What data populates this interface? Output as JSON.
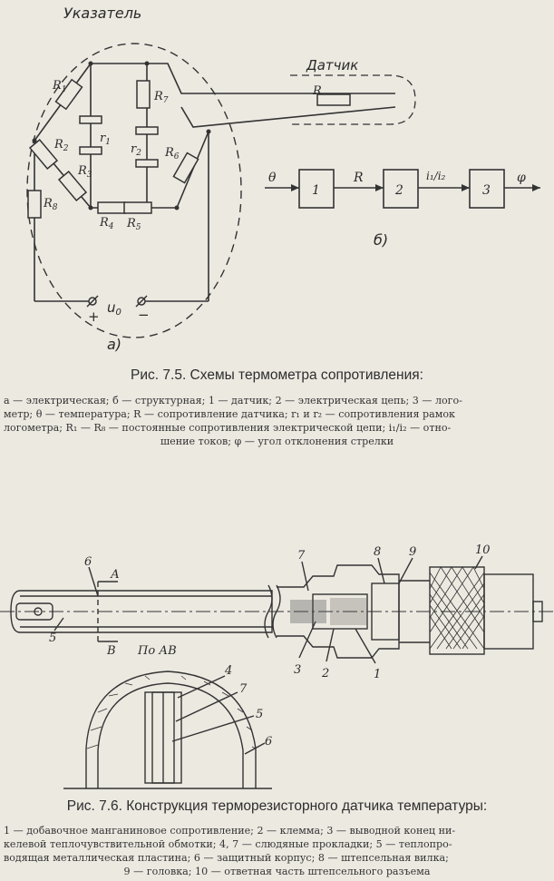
{
  "fig75": {
    "label_indicator": "Указатель",
    "label_sensor": "Датчик",
    "label_a": "а)",
    "label_b": "б)",
    "resistors": {
      "r1": "R",
      "r1s": "1",
      "r2": "R",
      "r2s": "2",
      "r3": "R",
      "r3s": "3",
      "r4": "R",
      "r4s": "4",
      "r5": "R",
      "r5s": "5",
      "r6": "R",
      "r6s": "6",
      "r7": "R",
      "r7s": "7",
      "r8": "R",
      "r8s": "8",
      "frame1": "r",
      "frame1s": "1",
      "frame2": "r",
      "frame2s": "2",
      "sensor": "R"
    },
    "supply": {
      "u": "u",
      "us": "0",
      "plus": "+",
      "minus": "−"
    },
    "block": {
      "input": "θ",
      "b1": "1",
      "link1": "R",
      "b2": "2",
      "link2": "i₁/i₂",
      "b3": "3",
      "output": "φ"
    },
    "title": "Рис. 7.5. Схемы термометра сопротивления:",
    "legend_lines": [
      "а — электрическая; б — структурная; 1 — датчик; 2 — электрическая цепь; 3 — лого-",
      "метр; θ — температура; R — сопротивление датчика; r₁ и r₂ — сопротивления рамок",
      "логометра; R₁ — R₈ — постоянные сопротивления электрической цепи; i₁/i₂ — отно-",
      "шение токов; φ — угол отклонения стрелки"
    ]
  },
  "fig76": {
    "callouts": {
      "c1": "1",
      "c2": "2",
      "c3": "3",
      "c4": "4",
      "c5": "5",
      "c6": "6",
      "c7": "7",
      "c8": "8",
      "c9": "9",
      "c10": "10",
      "s4": "4",
      "s5": "5",
      "s6": "6",
      "s7": "7"
    },
    "section_a": "А",
    "section_b": "В",
    "section_label": "По АВ",
    "title": "Рис. 7.6. Конструкция терморезисторного датчика температуры:",
    "legend_lines": [
      "1 — добавочное манганиновое сопротивление; 2 — клемма; 3 — выводной конец ни-",
      "келевой теплочувствительной обмотки; 4, 7 — слюдяные прокладки; 5 — теплопро-",
      "водящая металлическая пластина; 6 — защитный корпус; 8 — штепсельная вилка;",
      "9 — головка; 10 — ответная часть штепсельного разъема"
    ]
  }
}
